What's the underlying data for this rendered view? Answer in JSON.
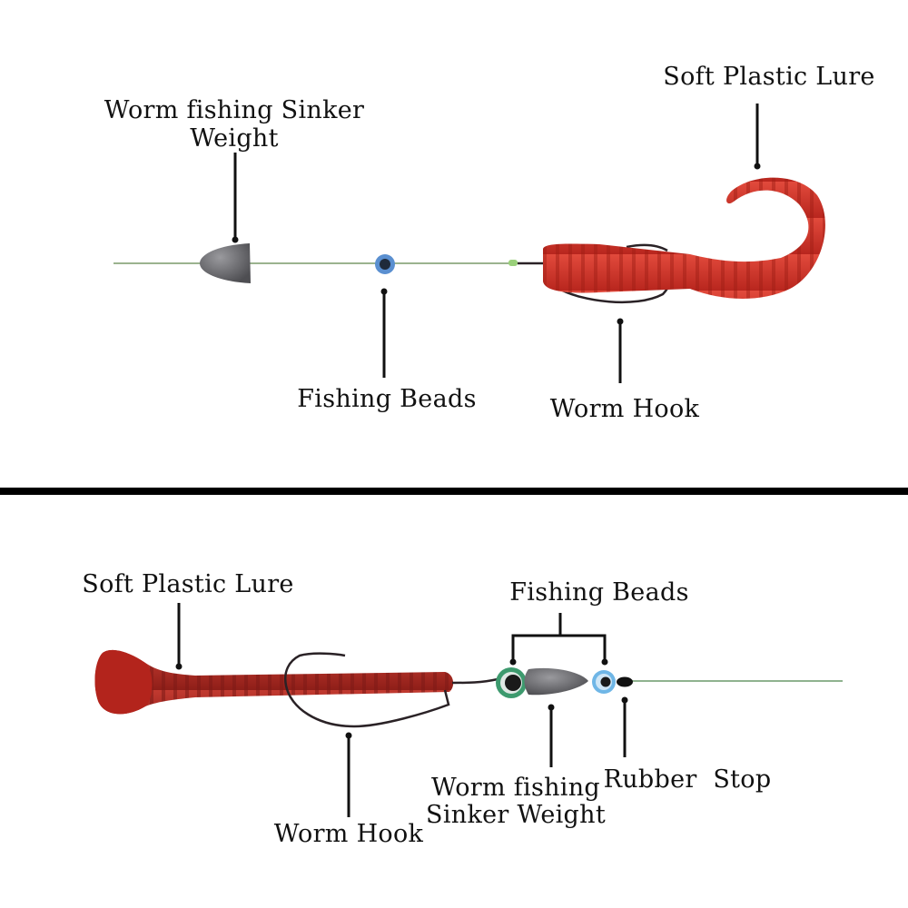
{
  "top_rig": {
    "labels": {
      "sinker_line1": "Worm fishing Sinker",
      "sinker_line2": "Weight",
      "beads": "Fishing Beads",
      "lure": "Soft Plastic Lure",
      "hook": "Worm Hook"
    }
  },
  "bottom_rig": {
    "labels": {
      "lure": "Soft Plastic Lure",
      "beads": "Fishing Beads",
      "sinker_line1": "Worm fishing",
      "sinker_line2": "Sinker Weight",
      "stop": "Rubber  Stop",
      "hook": "Worm Hook"
    }
  },
  "colors": {
    "line": "#7a9a6a",
    "lure_top": "#d8342a",
    "lure_bottom": "#b82a22",
    "sinker": "#6e6e72",
    "bead_blue": "#6fb6e6",
    "bead_green": "#3d9a6e",
    "hook": "#2a2226",
    "leader": "#111111"
  }
}
